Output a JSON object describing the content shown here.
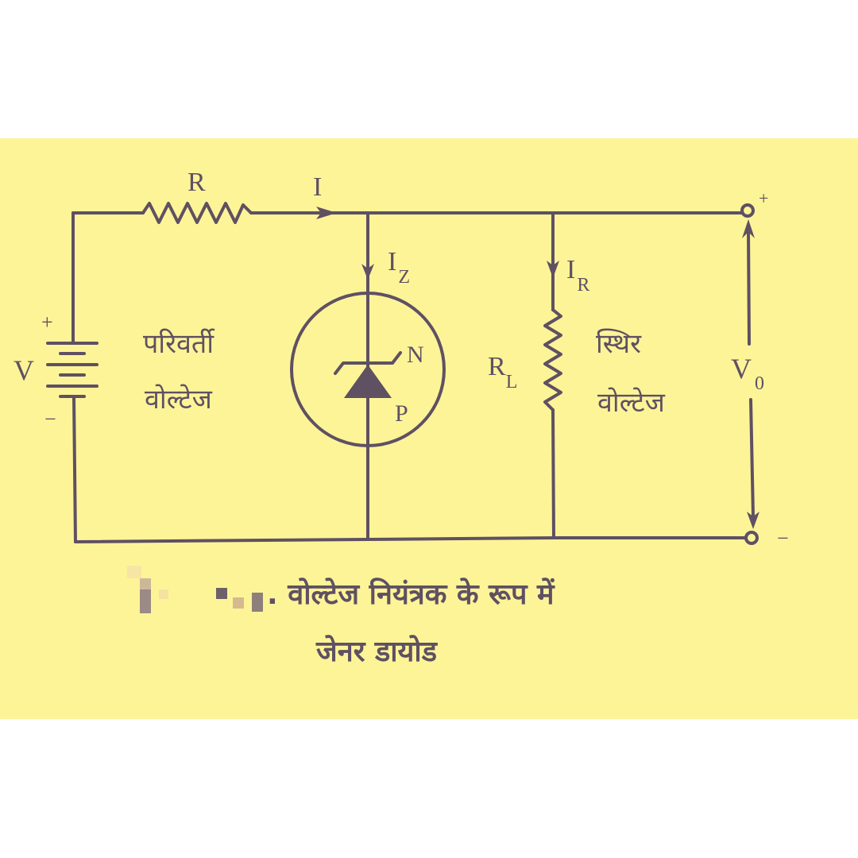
{
  "colors": {
    "background_band": "#fdf498",
    "page": "#ffffff",
    "ink": "#5f5062"
  },
  "diagram": {
    "type": "zener-diode-voltage-regulator-circuit",
    "labels": {
      "series_resistor": "R",
      "current_total": "I",
      "current_zener_main": "I",
      "current_zener_sub": "Z",
      "current_load_main": "I",
      "current_load_sub": "R",
      "load_resistor_main": "R",
      "load_resistor_sub": "L",
      "source_voltage": "V",
      "source_plus": "+",
      "source_minus": "−",
      "output_voltage_main": "V",
      "output_voltage_sub": "0",
      "output_plus": "+",
      "output_minus": "−",
      "zener_n": "N",
      "zener_p": "P",
      "variable_voltage_line1": "परिवर्ती",
      "variable_voltage_line2": "वोल्टेज",
      "constant_voltage_line1": "स्थिर",
      "constant_voltage_line2": "वोल्टेज"
    }
  },
  "caption": {
    "line1": ". वोल्टेज नियंत्रक  के रूप में",
    "line2": "जेनर डायोड"
  }
}
